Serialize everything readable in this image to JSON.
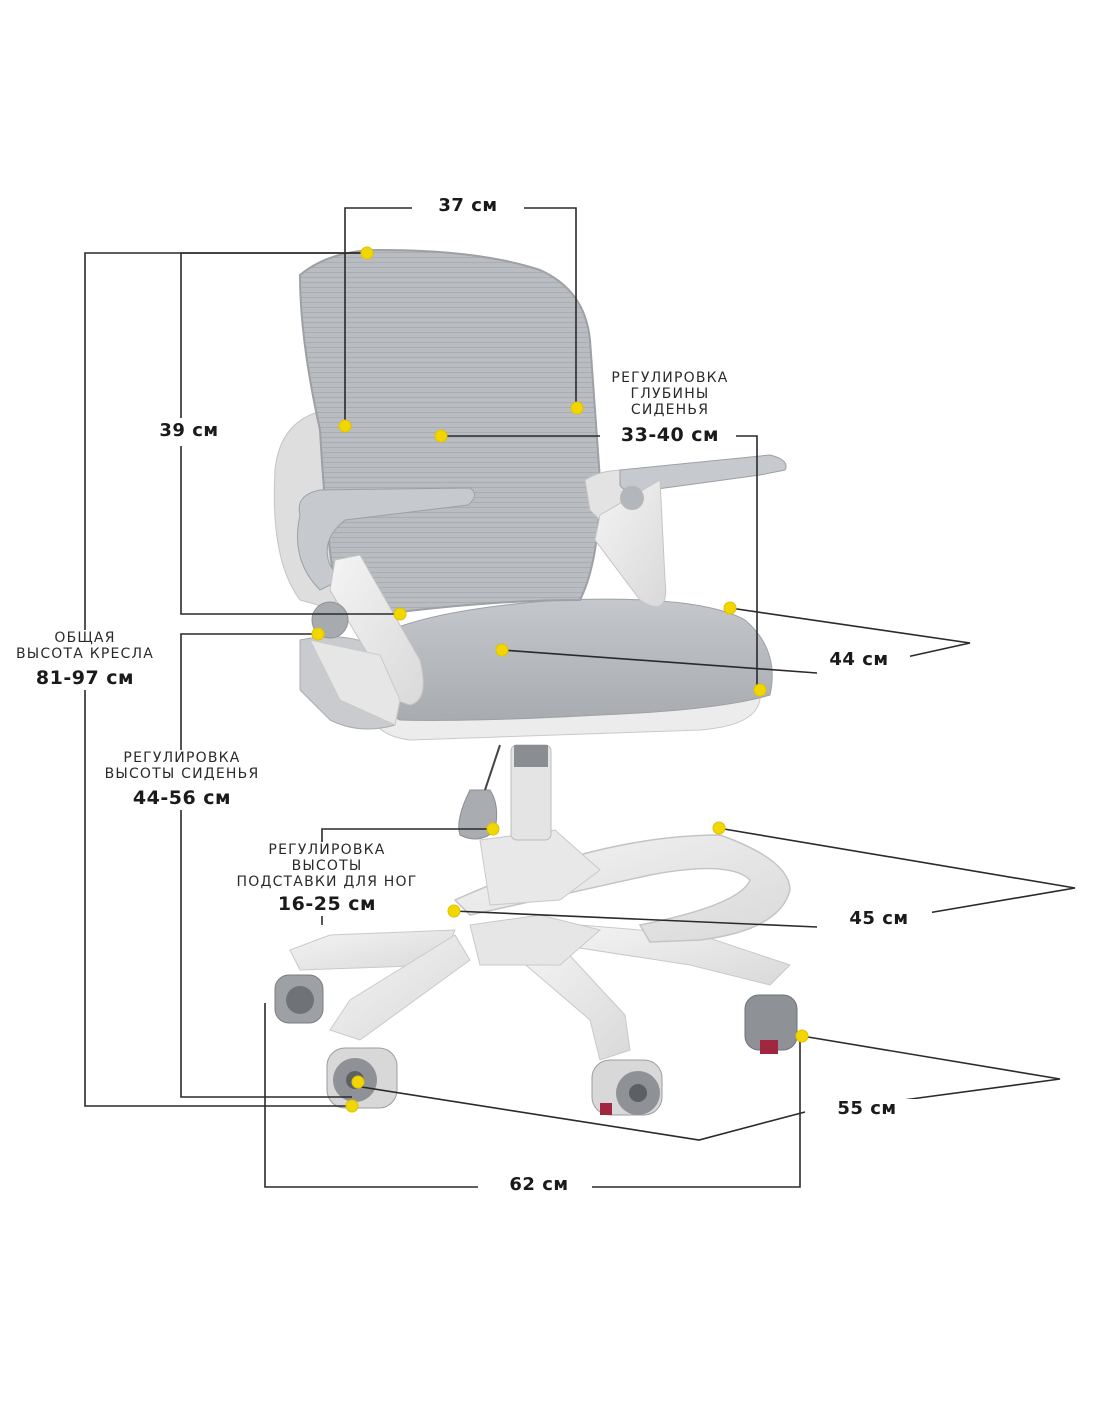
{
  "colors": {
    "dimension_line": "#2a2a2a",
    "marker": "#f2d600",
    "chair_mesh": "#b8bbbf",
    "chair_frame": "#eeeeee",
    "background": "#ffffff"
  },
  "dimensions": {
    "backrest_width": "37 см",
    "backrest_height": "39 см",
    "seat_depth": {
      "caption_1": "РЕГУЛИРОВКА",
      "caption_2": "ГЛУБИНЫ",
      "caption_3": "СИДЕНЬЯ",
      "value": "33-40 см"
    },
    "seat_width": "44 см",
    "total_height": {
      "caption_1": "ОБЩАЯ",
      "caption_2": "ВЫСОТА КРЕСЛА",
      "value": "81-97 см"
    },
    "seat_height": {
      "caption_1": "РЕГУЛИРОВКА",
      "caption_2": "ВЫСОТЫ СИДЕНЬЯ",
      "value": "44-56 см"
    },
    "footrest_height": {
      "caption_1": "РЕГУЛИРОВКА",
      "caption_2": "ВЫСОТЫ",
      "caption_3": "ПОДСТАВКИ ДЛЯ НОГ",
      "value": "16-25 см"
    },
    "footrest_width": "45 см",
    "base_depth": "55 см",
    "base_width": "62 см"
  }
}
